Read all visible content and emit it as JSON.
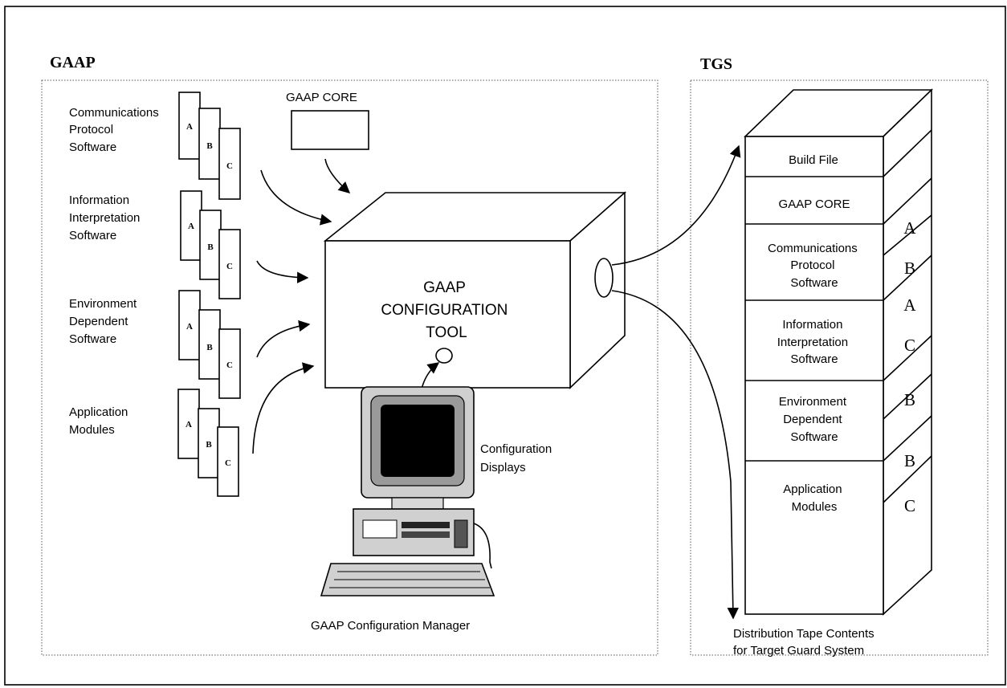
{
  "gaap_title": "GAAP",
  "tgs_title": "TGS",
  "gaap_core_label": "GAAP CORE",
  "tool_label": [
    "GAAP",
    "CONFIGURATION",
    "TOOL"
  ],
  "groups": [
    {
      "label": [
        "Communications",
        "Protocol",
        "Software"
      ],
      "pages": [
        "A",
        "B",
        "C"
      ]
    },
    {
      "label": [
        "Information",
        "Interpretation",
        "Software"
      ],
      "pages": [
        "A",
        "B",
        "C"
      ]
    },
    {
      "label": [
        "Environment",
        "Dependent",
        "Software"
      ],
      "pages": [
        "A",
        "B",
        "C"
      ]
    },
    {
      "label": [
        "Application",
        "Modules"
      ],
      "pages": [
        "A",
        "B",
        "C"
      ]
    }
  ],
  "config_displays": [
    "Configuration",
    "Displays"
  ],
  "manager_label": "GAAP Configuration Manager",
  "tape_sections": [
    {
      "label": [
        "Build File"
      ],
      "tags": []
    },
    {
      "label": [
        "GAAP CORE"
      ],
      "tags": []
    },
    {
      "label": [
        "Communications",
        "Protocol",
        "Software"
      ],
      "tags": [
        "A",
        "B"
      ]
    },
    {
      "label": [
        "Information",
        "Interpretation",
        "Software"
      ],
      "tags": [
        "A",
        "C"
      ]
    },
    {
      "label": [
        "Environment",
        "Dependent",
        "Software"
      ],
      "tags": [
        "B"
      ]
    },
    {
      "label": [
        "Application",
        "Modules"
      ],
      "tags": [
        "B",
        "C"
      ]
    }
  ],
  "tape_caption": [
    "Distribution Tape Contents",
    "for Target Guard System"
  ]
}
